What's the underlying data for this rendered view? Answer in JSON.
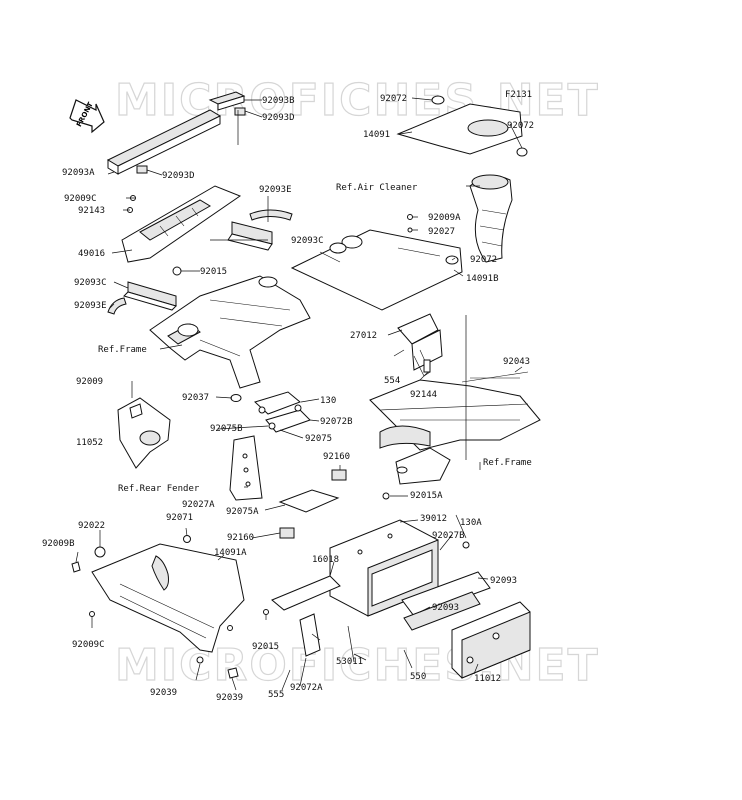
{
  "watermark": "MICROFICHES.NET",
  "figure_code": "F2131",
  "front_arrow": "FRONT",
  "labels": {
    "p92093B": "92093B",
    "p92093D_top": "92093D",
    "p92093A": "92093A",
    "p92093D": "92093D",
    "p92009C_top": "92009C",
    "p92143": "92143",
    "p92093E_top": "92093E",
    "p49016": "49016",
    "p92093C_mid": "92093C",
    "p92015_top": "92015",
    "p92093C_left": "92093C",
    "p92093E_left": "92093E",
    "p92072_top": "92072",
    "p14091": "14091",
    "p92072_right": "92072",
    "p92009A": "92009A",
    "p92027": "92027",
    "p92072_mid": "92072",
    "p14091B": "14091B",
    "p27012": "27012",
    "p554": "554",
    "p92144": "92144",
    "p92043": "92043",
    "p92009": "92009",
    "p11052": "11052",
    "p92037": "92037",
    "p130": "130",
    "p92072B": "92072B",
    "p92075B": "92075B",
    "p92075": "92075",
    "p92160_top": "92160",
    "p92015A": "92015A",
    "p92027A": "92027A",
    "p92071": "92071",
    "p92075A": "92075A",
    "p39012": "39012",
    "p130A": "130A",
    "p92022": "92022",
    "p92009B": "92009B",
    "p92027B": "92027B",
    "p92160_mid": "92160",
    "p14091A": "14091A",
    "p16018": "16018",
    "p92093_r1": "92093",
    "p92093_r2": "92093",
    "p92009C_bot": "92009C",
    "p92015_bot": "92015",
    "p53011": "53011",
    "p550": "550",
    "p11012": "11012",
    "p92039_a": "92039",
    "p92039_b": "92039",
    "p555": "555",
    "p92072A": "92072A"
  },
  "refs": {
    "air_cleaner": "Ref.Air Cleaner",
    "frame_left": "Ref.Frame",
    "frame_right": "Ref.Frame",
    "rear_fender": "Ref.Rear Fender"
  }
}
